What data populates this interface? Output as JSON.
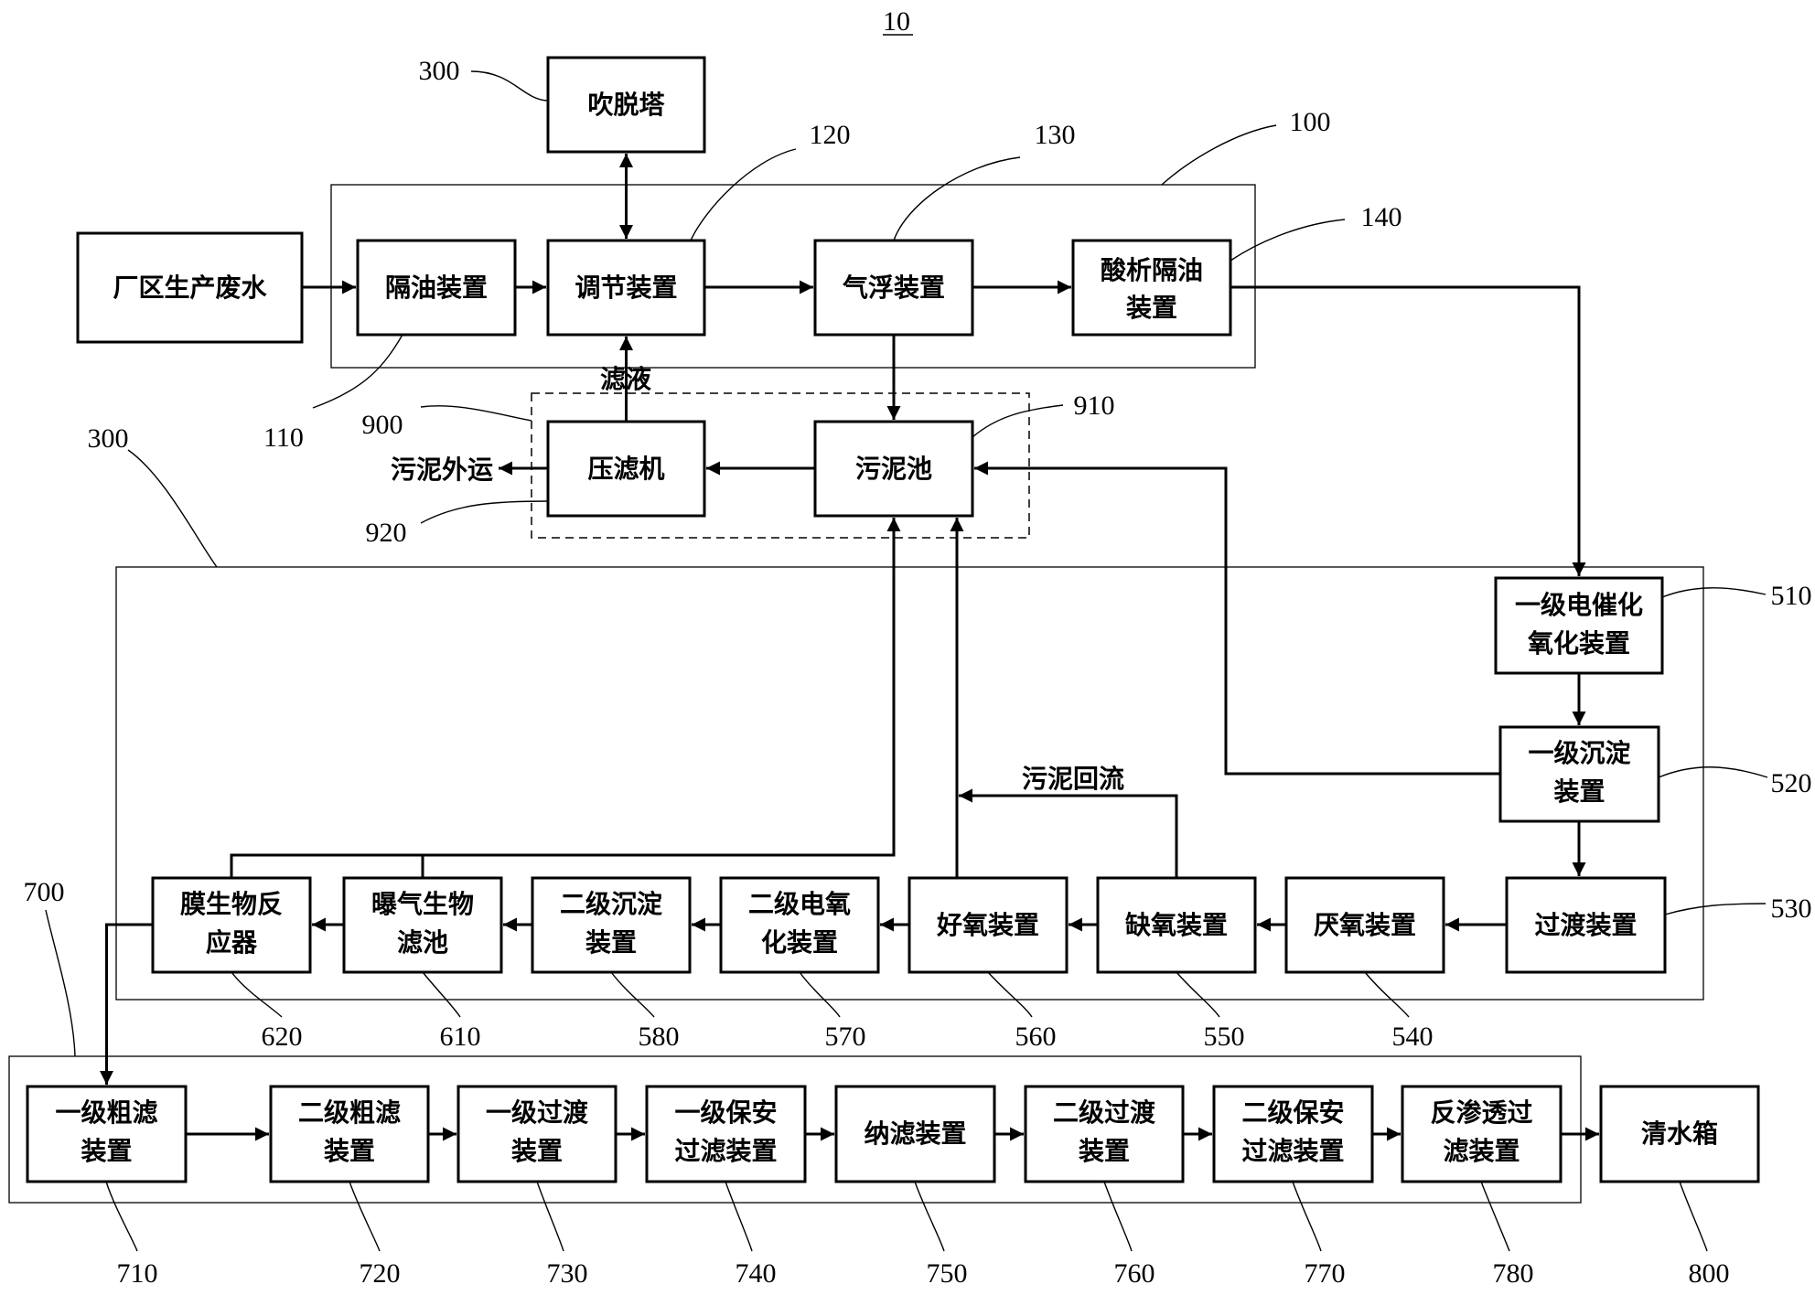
{
  "figure_number": "10",
  "boxes": {
    "stripping_tower": "吹脱塔",
    "plant_wastewater": "厂区生产废水",
    "oil_separator": "隔油装置",
    "regulating_device": "调节装置",
    "air_flotation": "气浮装置",
    "acid_oil_separator": [
      "酸析隔油",
      "装置"
    ],
    "filter_press": "压滤机",
    "sludge_tank": "污泥池",
    "ecat_oxidation_1": [
      "一级电催化",
      "氧化装置"
    ],
    "sedimentation_1": [
      "一级沉淀",
      "装置"
    ],
    "transition": "过渡装置",
    "anaerobic": "厌氧装置",
    "anoxic": "缺氧装置",
    "aerobic": "好氧装置",
    "eoxidation_2": [
      "二级电氧",
      "化装置"
    ],
    "sedimentation_2": [
      "二级沉淀",
      "装置"
    ],
    "baf": [
      "曝气生物",
      "滤池"
    ],
    "mbr": [
      "膜生物反",
      "应器"
    ],
    "coarse_filter_1": [
      "一级粗滤",
      "装置"
    ],
    "coarse_filter_2": [
      "二级粗滤",
      "装置"
    ],
    "transition_1": [
      "一级过渡",
      "装置"
    ],
    "security_filter_1": [
      "一级保安",
      "过滤装置"
    ],
    "nanofiltration": "纳滤装置",
    "transition_2": [
      "二级过渡",
      "装置"
    ],
    "security_filter_2": [
      "二级保安",
      "过滤装置"
    ],
    "ro_filter": [
      "反渗透过",
      "滤装置"
    ],
    "clean_water_tank": "清水箱"
  },
  "labels": {
    "filtrate": "滤液",
    "sludge_out": "污泥外运",
    "sludge_return": "污泥回流"
  },
  "refs": {
    "r300_top": "300",
    "r120": "120",
    "r130": "130",
    "r100": "100",
    "r140": "140",
    "r110": "110",
    "r900": "900",
    "r910": "910",
    "r920": "920",
    "r300_left": "300",
    "r510": "510",
    "r520": "520",
    "r530": "530",
    "r700": "700",
    "r620": "620",
    "r610": "610",
    "r580": "580",
    "r570": "570",
    "r560": "560",
    "r550": "550",
    "r540": "540",
    "r710": "710",
    "r720": "720",
    "r730": "730",
    "r740": "740",
    "r750": "750",
    "r760": "760",
    "r770": "770",
    "r780": "780",
    "r800": "800"
  }
}
